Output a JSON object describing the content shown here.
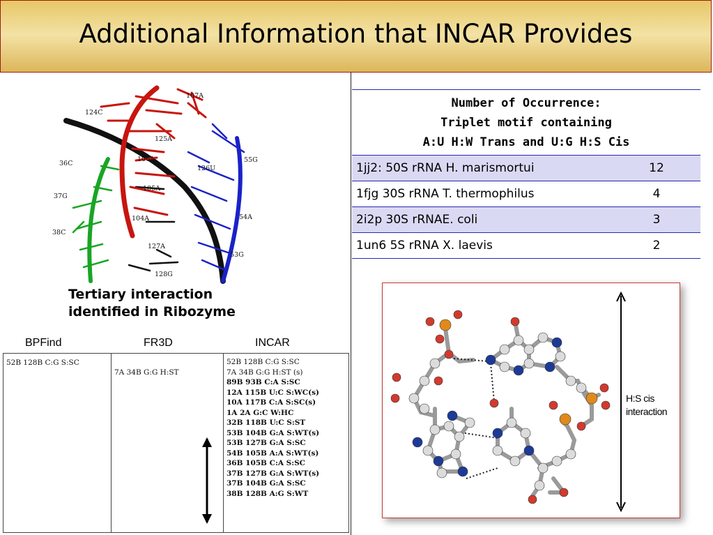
{
  "title": "Additional Information that INCAR Provides",
  "ribozyme_figure": {
    "residue_labels": [
      "107A",
      "124C",
      "125A",
      "106A",
      "126U",
      "55G",
      "36C",
      "105A",
      "37G",
      "104A",
      "54A",
      "38C",
      "127A",
      "53G",
      "128G"
    ]
  },
  "caption": [
    "Tertiary interaction",
    "identified in Ribozyme"
  ],
  "comparison": {
    "headers": [
      "BPFind",
      "FR3D",
      "INCAR"
    ],
    "bpfind": [
      "52B 128B C:G S:SC"
    ],
    "fr3d": [
      "7A 34B G:G H:ST"
    ],
    "incar": [
      {
        "text": "52B 128B C:G S:SC",
        "bold": false
      },
      {
        "text": "7A 34B G:G H:ST (s)",
        "bold": false
      },
      {
        "text": "89B 93B C:A S:SC",
        "bold": true
      },
      {
        "text": "12A 115B U:C S:WC(s)",
        "bold": true
      },
      {
        "text": "10A 117B C:A S:SC(s)",
        "bold": true
      },
      {
        "text": "1A 2A G:C W:HC",
        "bold": true
      },
      {
        "text": "32B 118B U:C S:ST",
        "bold": true
      },
      {
        "text": "53B 104B G:A S:WT(s)",
        "bold": true
      },
      {
        "text": "53B 127B G:A S:SC",
        "bold": true
      },
      {
        "text": "54B 105B A:A S:WT(s)",
        "bold": true
      },
      {
        "text": "36B 105B C:A S:SC",
        "bold": true
      },
      {
        "text": "37B 127B G:A S:WT(s)",
        "bold": true
      },
      {
        "text": "37B 104B G:A S:SC",
        "bold": true
      },
      {
        "text": "38B 128B A:G S:WT",
        "bold": true
      }
    ]
  },
  "occurrence": {
    "header": [
      "Number of Occurrence:",
      "Triplet motif containing",
      "A:U H:W Trans and U:G H:S Cis"
    ],
    "rows": [
      {
        "name": "1jj2: 50S rRNA H. marismortui",
        "count": "12"
      },
      {
        "name": "1fjg 30S rRNA T. thermophilus",
        "count": "4"
      },
      {
        "name": "2i2p 30S rRNAE. coli",
        "count": "3"
      },
      {
        "name": "1un6 5S rRNA X. laevis",
        "count": "2"
      }
    ]
  },
  "molecule_panel": {
    "label": [
      "H:S cis",
      "interaction"
    ]
  },
  "colors": {
    "title_gold": "#e7c767",
    "title_border": "#9a1e12",
    "table_blue": "#2a2ab0",
    "row_shade": "#d9d9f3",
    "panel_border": "#c23a35",
    "strand_red": "#c8150f",
    "strand_blue": "#1a22c8",
    "strand_green": "#19a524",
    "strand_black": "#111111"
  }
}
